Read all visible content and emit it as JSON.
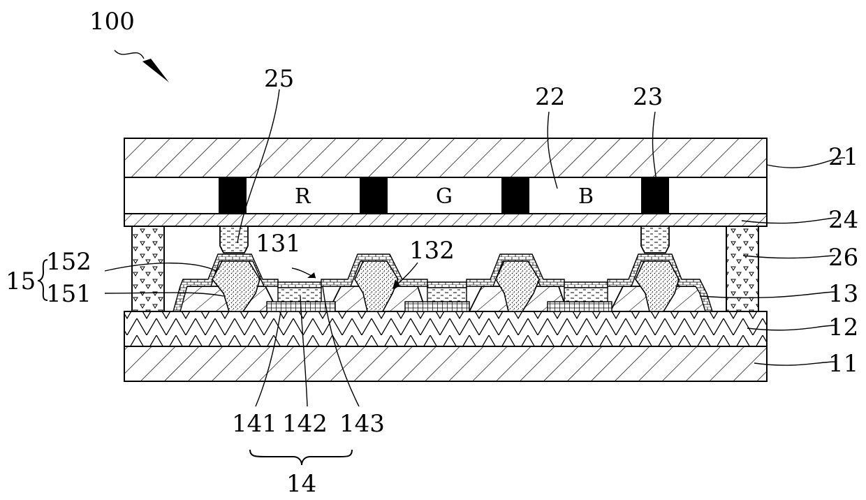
{
  "figure_label": "100",
  "color_filters": {
    "red": "R",
    "green": "G",
    "blue": "B"
  },
  "labels": {
    "l25": "25",
    "l22": "22",
    "l23": "23",
    "l21": "21",
    "l24": "24",
    "l26": "26",
    "l13": "13",
    "l12": "12",
    "l11": "11",
    "l15": "15",
    "l152": "152",
    "l151": "151",
    "l131": "131",
    "l132": "132",
    "l141": "141",
    "l142": "142",
    "l143": "143",
    "l14": "14"
  },
  "colors": {
    "ink": "#000000",
    "paper": "#ffffff"
  }
}
